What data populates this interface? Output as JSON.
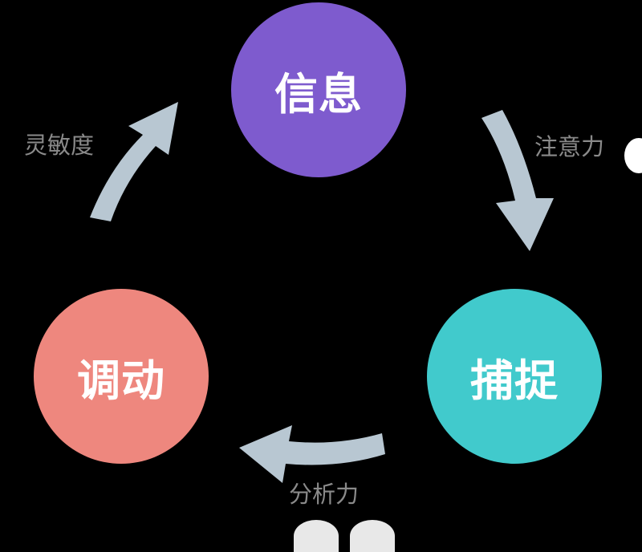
{
  "nodes": {
    "info": {
      "label": "信息",
      "color": "#7E5BCE"
    },
    "capture": {
      "label": "捕捉",
      "color": "#41CACC"
    },
    "mobilize": {
      "label": "调动",
      "color": "#EE877E"
    }
  },
  "edges": {
    "attention": {
      "label": "注意力"
    },
    "analysis": {
      "label": "分析力"
    },
    "sensitivity": {
      "label": "灵敏度"
    }
  },
  "colors": {
    "arrow": "#B8C7D2",
    "background": "#000000"
  }
}
